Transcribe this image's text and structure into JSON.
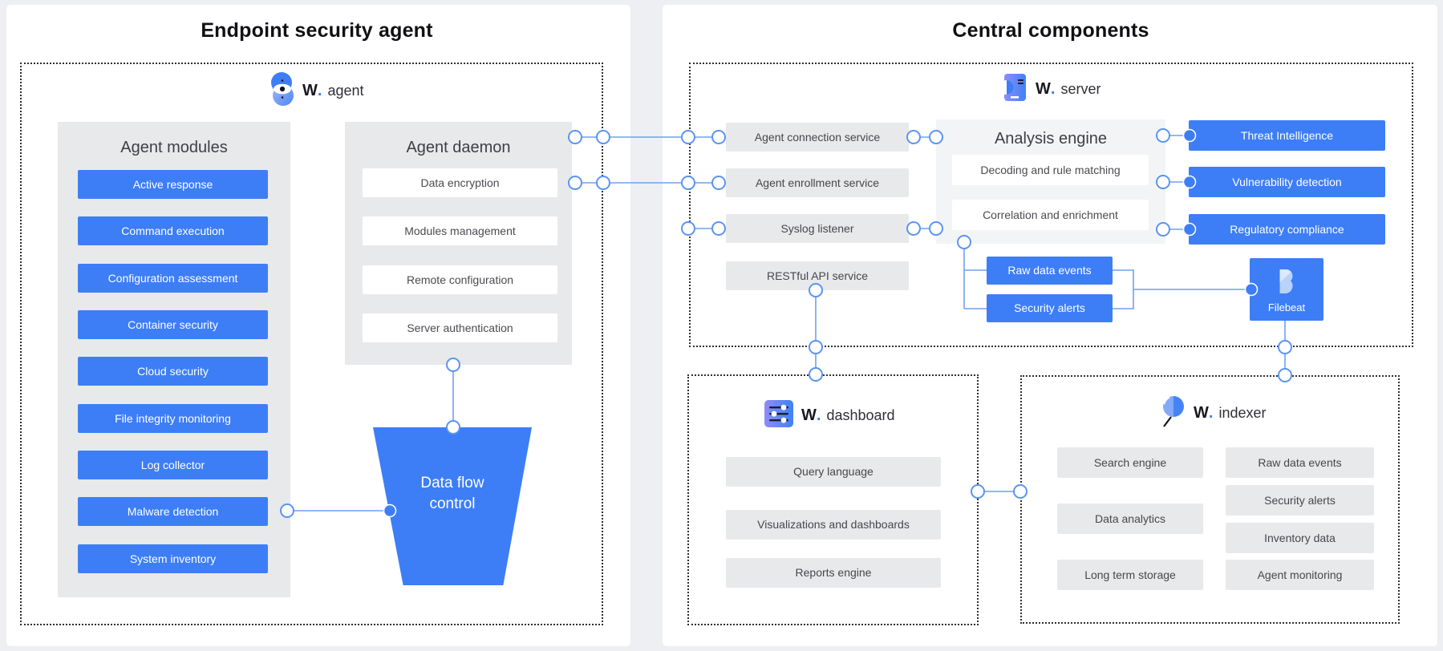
{
  "page": {
    "left_title": "Endpoint security agent",
    "right_title": "Central components"
  },
  "agent": {
    "brand": "W",
    "brand_dot": ".",
    "product": "agent",
    "modules": {
      "header": "Agent modules",
      "items": [
        "Active response",
        "Command execution",
        "Configuration assessment",
        "Container security",
        "Cloud security",
        "File integrity monitoring",
        "Log collector",
        "Malware detection",
        "System inventory"
      ]
    },
    "daemon": {
      "header": "Agent daemon",
      "items": [
        "Data encryption",
        "Modules management",
        "Remote configuration",
        "Server authentication"
      ]
    },
    "funnel_label": "Data flow control"
  },
  "server": {
    "brand": "W",
    "brand_dot": ".",
    "product": "server",
    "services": [
      "Agent connection service",
      "Agent enrollment service",
      "Syslog listener",
      "RESTful API service"
    ],
    "analysis": {
      "header": "Analysis engine",
      "items": [
        "Decoding and rule matching",
        "Correlation and enrichment"
      ]
    },
    "capabilities": [
      "Threat Intelligence",
      "Vulnerability detection",
      "Regulatory compliance"
    ],
    "outputs": [
      "Raw data events",
      "Security alerts"
    ],
    "filebeat_label": "Filebeat"
  },
  "dashboard": {
    "brand": "W",
    "brand_dot": ".",
    "product": "dashboard",
    "items": [
      "Query language",
      "Visualizations and dashboards",
      "Reports engine"
    ]
  },
  "indexer": {
    "brand": "W",
    "brand_dot": ".",
    "product": "indexer",
    "left_items": [
      "Search engine",
      "Data analytics",
      "Long term storage"
    ],
    "right_items": [
      "Raw data events",
      "Security alerts",
      "Inventory data",
      "Agent monitoring"
    ]
  },
  "colors": {
    "accent_blue": "#3d7ef7",
    "connector_blue": "#6fa0f2",
    "panel_gray": "#e8e9ea",
    "background": "#edeff3"
  }
}
